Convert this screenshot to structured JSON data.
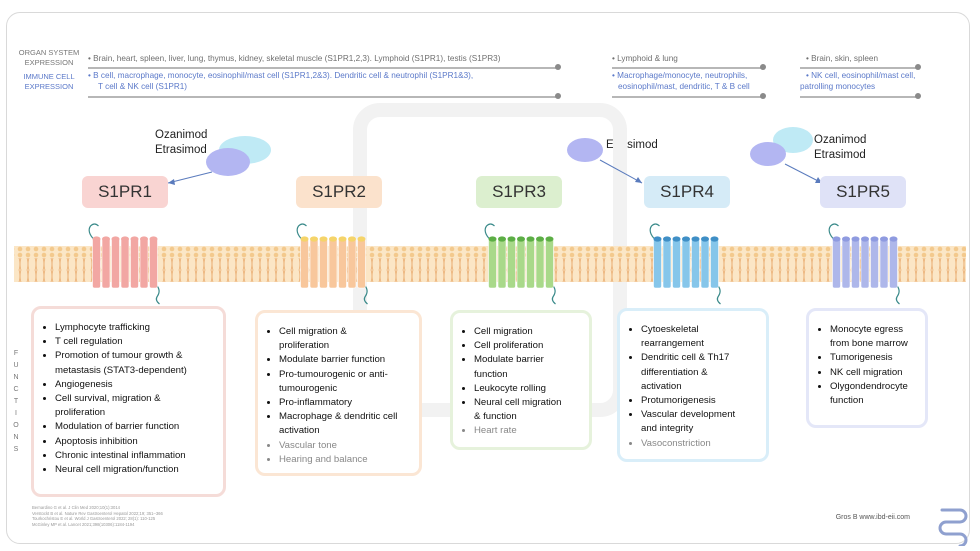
{
  "header": {
    "organ_label": "ORGAN SYSTEM\nEXPRESSION",
    "immune_label": "IMMUNE CELL\nEXPRESSION",
    "organ_s1pr1_3": "•  Brain, heart, spleen, liver, lung, thymus, kidney, skeletal muscle (S1PR1,2,3). Lymphoid (S1PR1), testis (S1PR3)",
    "immune_s1pr1_3_line1": "•  B cell,  macrophage, monocyte,  eosinophil/mast cell (S1PR1,2&3). Dendritic cell & neutrophil (S1PR1&3),",
    "immune_s1pr1_3_line2": "T cell & NK cell (S1PR1)",
    "organ_s1pr4": "•  Lymphoid & lung",
    "immune_s1pr4_line1": "•  Macrophage/monocyte, neutrophils,",
    "immune_s1pr4_line2": "eosinophil/mast, dendritic, T & B  cell",
    "organ_s1pr5": "•  Brain, skin, spleen",
    "immune_s1pr5_line1": "•  NK cell, eosinophil/mast cell,",
    "immune_s1pr5_line2": "patrolling monocytes"
  },
  "drugs": {
    "d1_line1": "Ozanimod",
    "d1_line2": "Etrasimod",
    "d4": "Etrasimod",
    "d5_line1": "Ozanimod",
    "d5_line2": "Etrasimod"
  },
  "receptors": [
    "S1PR1",
    "S1PR2",
    "S1PR3",
    "S1PR4",
    "S1PR5"
  ],
  "colors": {
    "s1pr1": "#f2a7a3",
    "s1pr2": "#f8c79c",
    "s1pr3": "#a9d98a",
    "s1pr4": "#86c6ea",
    "s1pr5": "#aeb7ea",
    "membrane": "#f6d7a8"
  },
  "functions_label": "F U N C T I O N S",
  "functions": {
    "s1pr1": [
      "Lymphocyte trafficking",
      "T cell regulation",
      "Promotion of tumour growth &",
      "metastasis (STAT3-dependent)",
      "Angiogenesis",
      "Cell survival, migration &",
      "proliferation",
      "Modulation of barrier function",
      "Apoptosis inhibition",
      "Chronic intestinal inflammation",
      "Neural cell migration/function"
    ],
    "s1pr2": [
      "Cell migration &",
      "proliferation",
      "Modulate barrier function",
      "Pro-tumourogenic or anti-",
      "tumourogenic",
      "Pro-inflammatory",
      "Macrophage & dendritic cell",
      "activation",
      "Vascular tone",
      "Hearing and balance"
    ],
    "s1pr3": [
      "Cell migration",
      "Cell proliferation",
      "Modulate barrier",
      "function",
      "Leukocyte rolling",
      "Neural cell migration",
      "& function",
      "Heart rate"
    ],
    "s1pr4": [
      "Cytoeskeletal",
      "rearrangement",
      "Dendritic cell & Th17",
      "differentiation  &",
      "activation",
      "Protumorigenesis",
      "Vascular development",
      "and integrity",
      "Vasoconstriction"
    ],
    "s1pr5": [
      "Monocyte egress",
      "from bone marrow",
      "Tumorigenesis",
      "NK cell migration",
      "Olygondendrocyte",
      "function"
    ]
  },
  "references": [
    "Bernardino G et al. J Clin Med 2020;10(1):3014",
    "Verstockt B et al. Nature Rev Gastroenterol Hepatol 2022;19; 351–366",
    "Tourkochristou E et al. World J Gastroenterol 2022; 28(1): 110-125",
    "McGinley MP et al. Lancet 2021;398(10306):1184-1194"
  ],
  "credit": "Gros B www.ibd-eii.com"
}
